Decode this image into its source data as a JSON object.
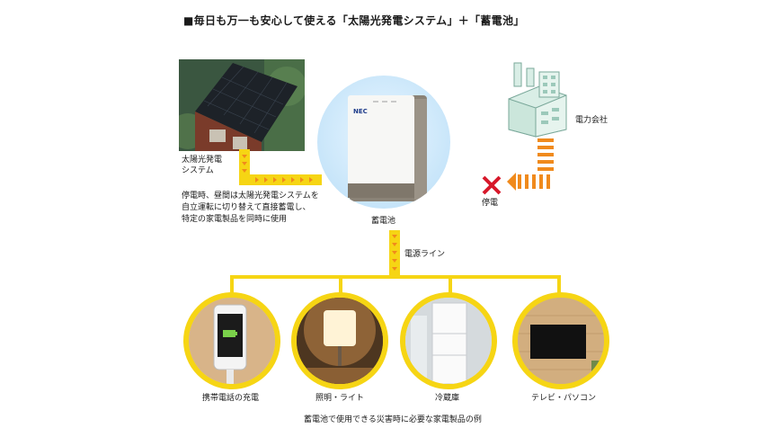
{
  "title": "■毎日も万一も安心して使える「太陽光発電システム」＋「蓄電池」",
  "solar": {
    "label_line1": "太陽光発電",
    "label_line2": "システム"
  },
  "description": {
    "line1": "停電時、昼間は太陽光発電システムを",
    "line2": "自立運転に切り替えて直接蓄電し、",
    "line3": "特定の家電製品を同時に使用"
  },
  "battery": {
    "label": "蓄電池",
    "brand": "NEC"
  },
  "power_company": {
    "label": "電力会社"
  },
  "outage": {
    "label": "停電"
  },
  "power_line": {
    "label": "電源ライン"
  },
  "appliances": [
    {
      "label": "携帯電話の充電",
      "icon": "smartphone-icon"
    },
    {
      "label": "照明・ライト",
      "icon": "lamp-icon"
    },
    {
      "label": "冷蔵庫",
      "icon": "refrigerator-icon"
    },
    {
      "label": "テレビ・パソコン",
      "icon": "tv-icon"
    }
  ],
  "caption": "蓄電池で使用できる災害時に必要な家電製品の例",
  "colors": {
    "accent_yellow": "#f6d514",
    "arrow_orange": "#f08a1c",
    "cross_red": "#d7182a"
  }
}
